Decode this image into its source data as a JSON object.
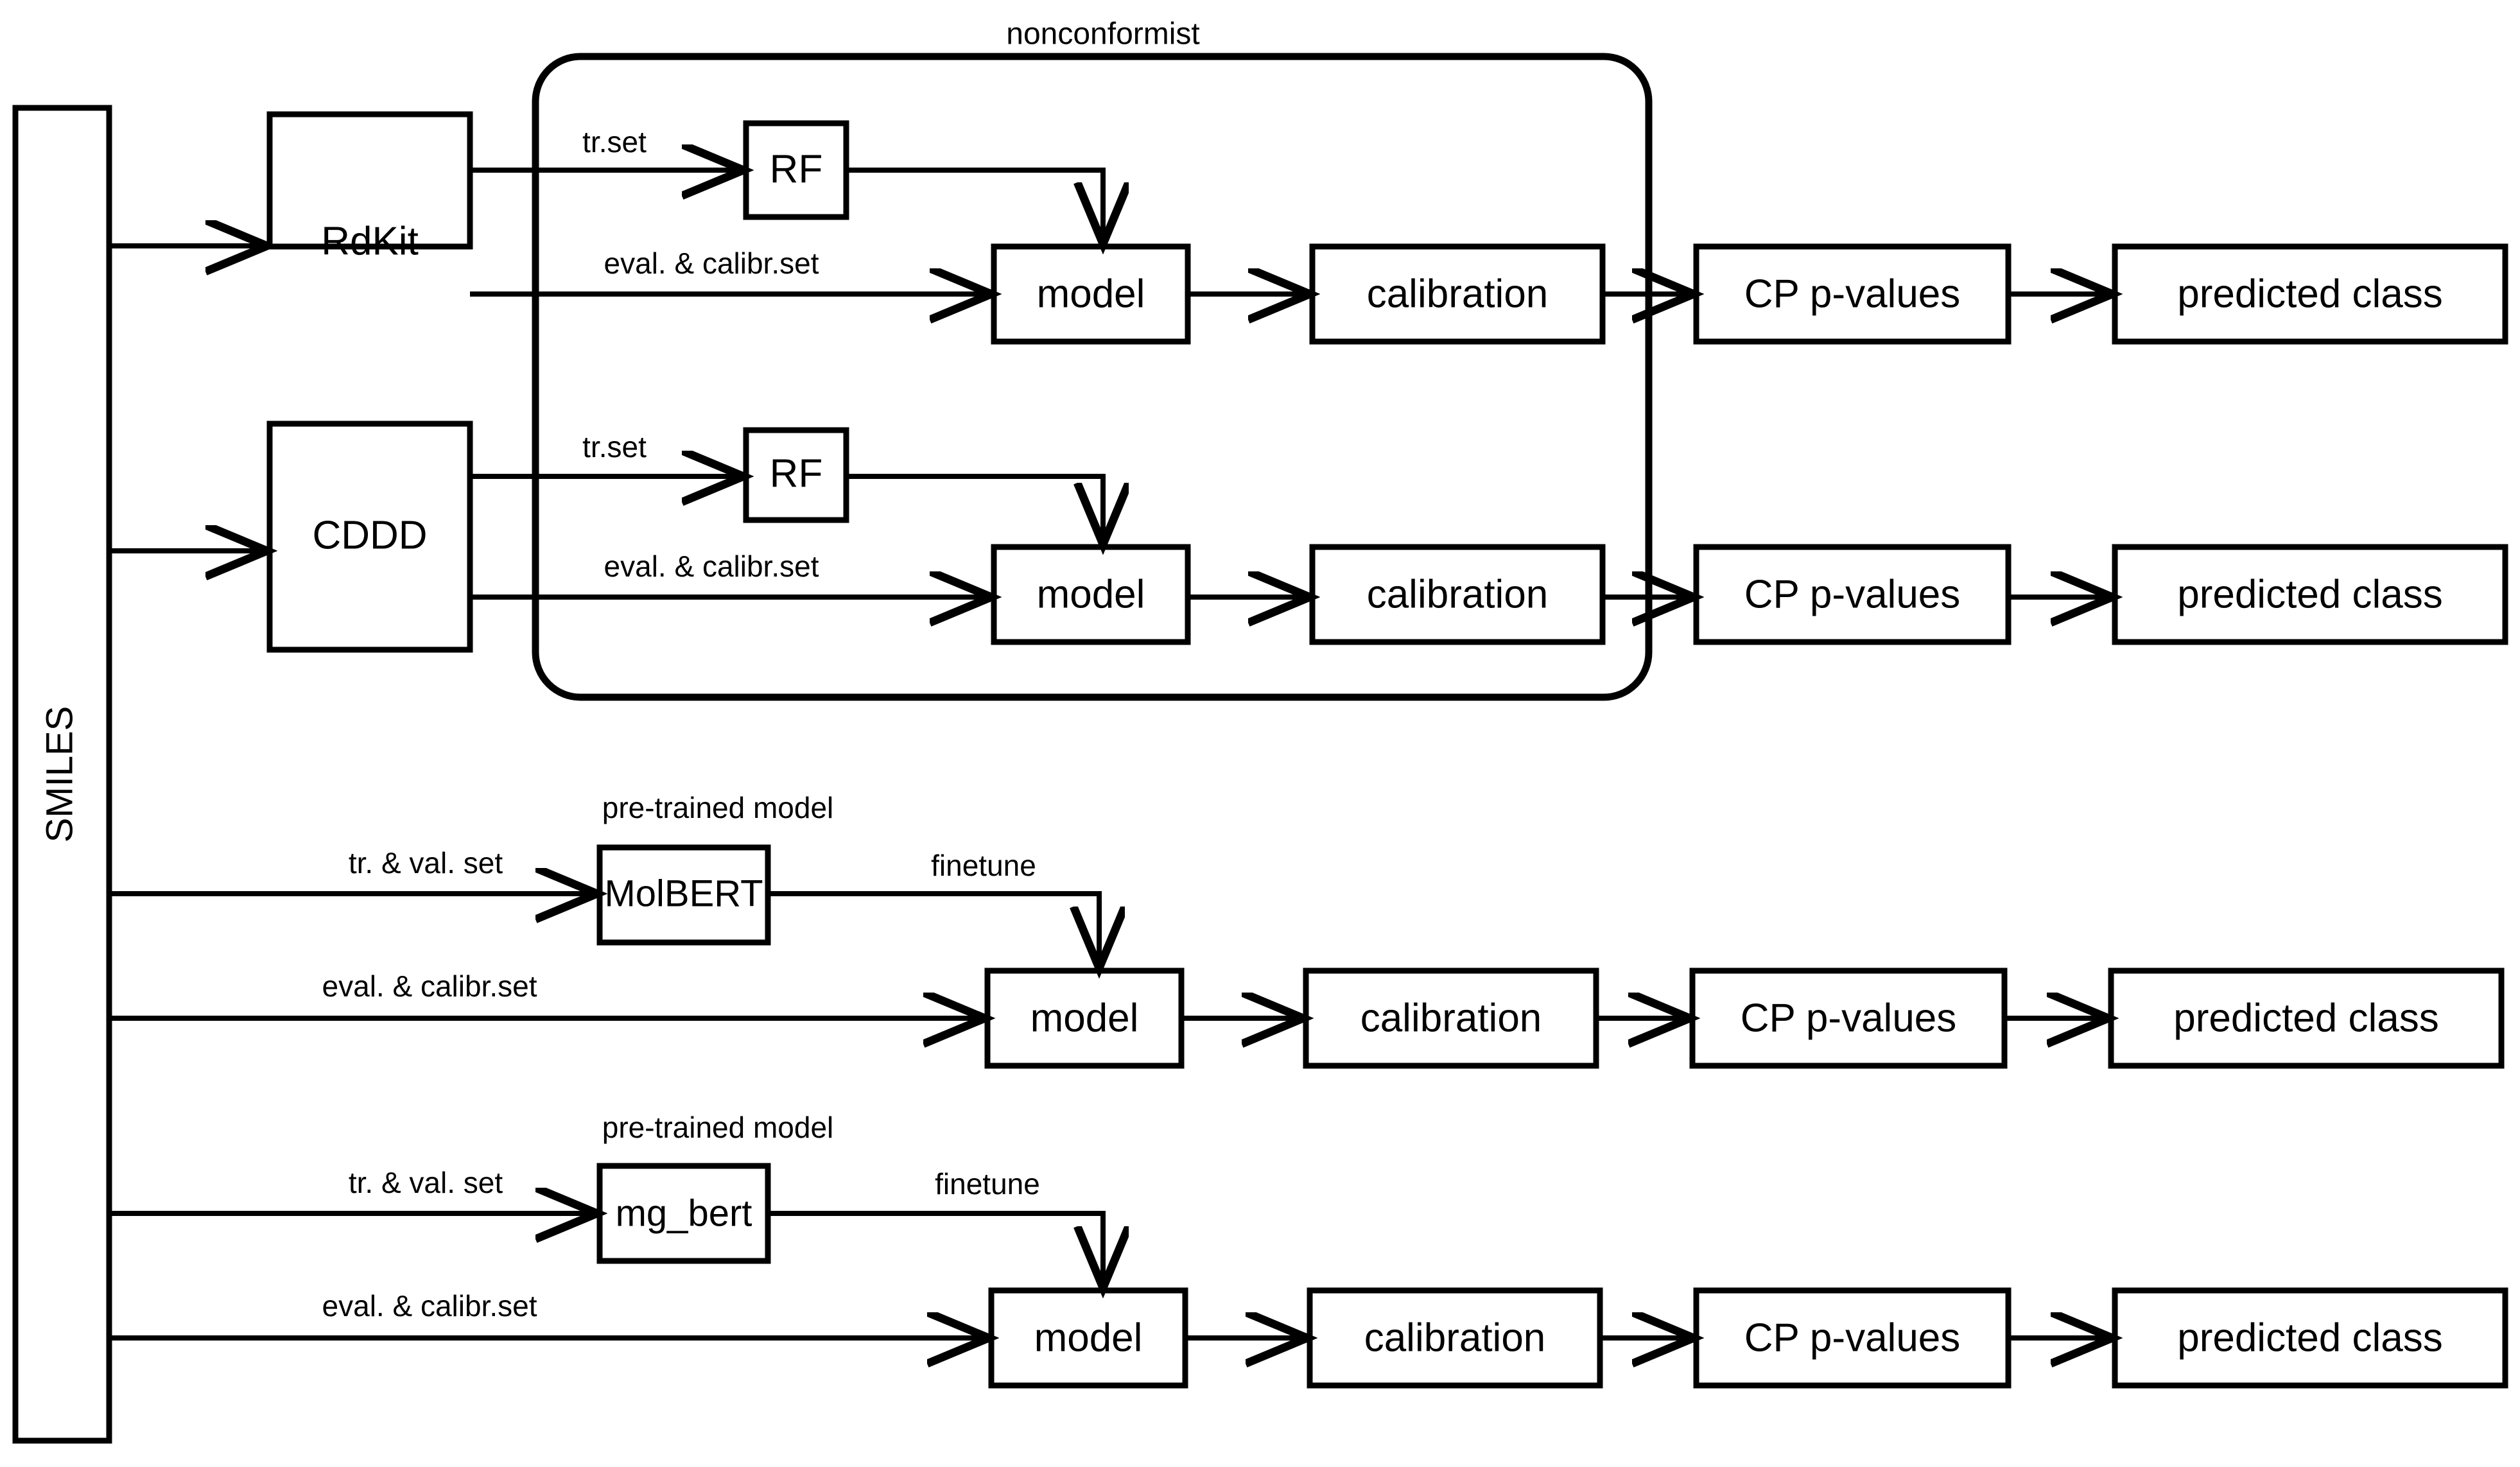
{
  "diagram": {
    "title_label": "nonconformist",
    "input": {
      "label": "SMILES"
    },
    "descriptor_boxes": [
      {
        "label": "RdKit"
      },
      {
        "label": "CDDD"
      }
    ],
    "pretrained_boxes": [
      {
        "label": "MolBERT",
        "caption": "pre-trained model"
      },
      {
        "label": "mg_bert",
        "caption": "pre-trained model"
      }
    ],
    "learner_boxes": [
      {
        "label": "RF"
      },
      {
        "label": "RF"
      }
    ],
    "stage_labels": {
      "model": "model",
      "calibration": "calibration",
      "cp_pvalues": "CP p-values",
      "predicted_class": "predicted class"
    },
    "edge_labels": {
      "tr_set": "tr.set",
      "eval_calibr_set": "eval. & calibr.set",
      "tr_val_set": "tr. & val. set",
      "finetune": "finetune"
    },
    "rows": [
      {
        "name": "rdkit-rf-row",
        "source": "RdKit",
        "learner": "RF",
        "edge_top": "tr.set",
        "edge_bottom": "eval. & calibr.set",
        "pipeline": [
          "model",
          "calibration",
          "CP p-values",
          "predicted class"
        ]
      },
      {
        "name": "cddd-rf-row",
        "source": "CDDD",
        "learner": "RF",
        "edge_top": "tr.set",
        "edge_bottom": "eval. & calibr.set",
        "pipeline": [
          "model",
          "calibration",
          "CP p-values",
          "predicted class"
        ]
      },
      {
        "name": "molbert-row",
        "source": "MolBERT",
        "caption": "pre-trained model",
        "edge_top": "tr. & val. set",
        "edge_mid": "finetune",
        "edge_bottom": "eval. & calibr.set",
        "pipeline": [
          "model",
          "calibration",
          "CP p-values",
          "predicted class"
        ]
      },
      {
        "name": "mgbert-row",
        "source": "mg_bert",
        "caption": "pre-trained model",
        "edge_top": "tr. & val. set",
        "edge_mid": "finetune",
        "edge_bottom": "eval. & calibr.set",
        "pipeline": [
          "model",
          "calibration",
          "CP p-values",
          "predicted class"
        ]
      }
    ],
    "colors": {
      "stroke": "#000000",
      "fill": "#ffffff"
    }
  }
}
